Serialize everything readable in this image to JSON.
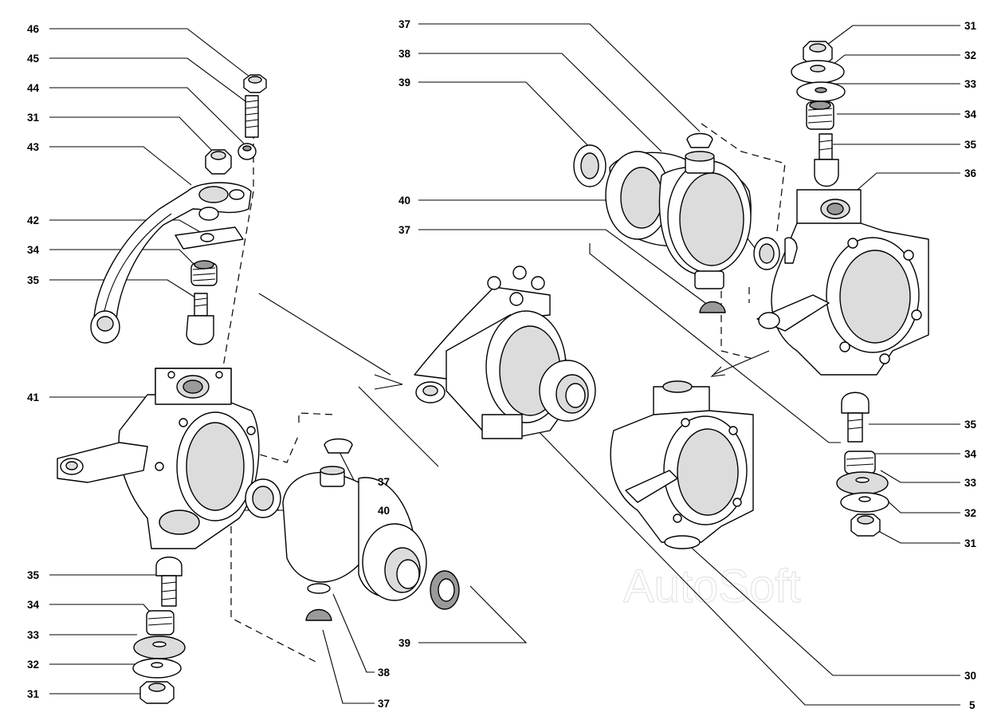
{
  "watermark": "AutoSoft",
  "callouts_left": [
    "46",
    "45",
    "44",
    "31",
    "43",
    "42",
    "34",
    "35",
    "41",
    "35",
    "34",
    "33",
    "32",
    "31"
  ],
  "callouts_top_mid": [
    "37",
    "38",
    "39",
    "40",
    "37"
  ],
  "callouts_center": [
    "37",
    "40",
    "39",
    "38",
    "37"
  ],
  "callouts_right": [
    "31",
    "32",
    "33",
    "34",
    "35",
    "36",
    "35",
    "34",
    "33",
    "32",
    "31",
    "30",
    "5"
  ]
}
